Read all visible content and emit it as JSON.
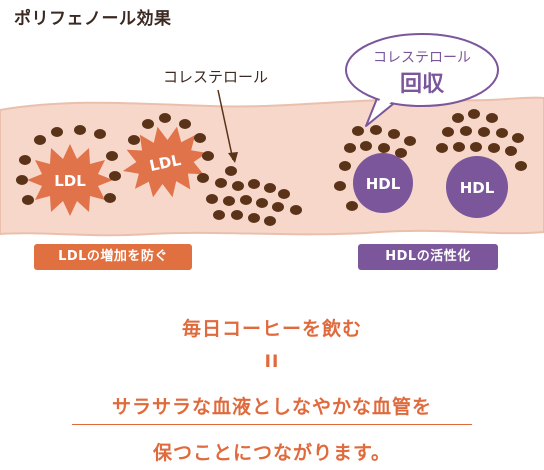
{
  "title": "ポリフェノール効果",
  "labels": {
    "cholesterol": "コレステロール",
    "ldl": "LDL",
    "hdl": "HDL"
  },
  "bubble": {
    "line1": "コレステロール",
    "line2": "回収"
  },
  "tags": {
    "ldl": "LDLの増加を防ぐ",
    "hdl": "HDLの活性化"
  },
  "message": {
    "line1": "毎日コーヒーを飲む",
    "line2": "II",
    "line3": "サラサラな血液としなやかな血管を",
    "line4": "保つことにつながります。"
  },
  "colors": {
    "vessel": "#f6d7c9",
    "vessel_edge": "#eac0ad",
    "ldl": "#e0734a",
    "hdl": "#7b569b",
    "particle": "#5a3319",
    "accent_text": "#e06a3c",
    "bubble_border": "#7b569b"
  }
}
